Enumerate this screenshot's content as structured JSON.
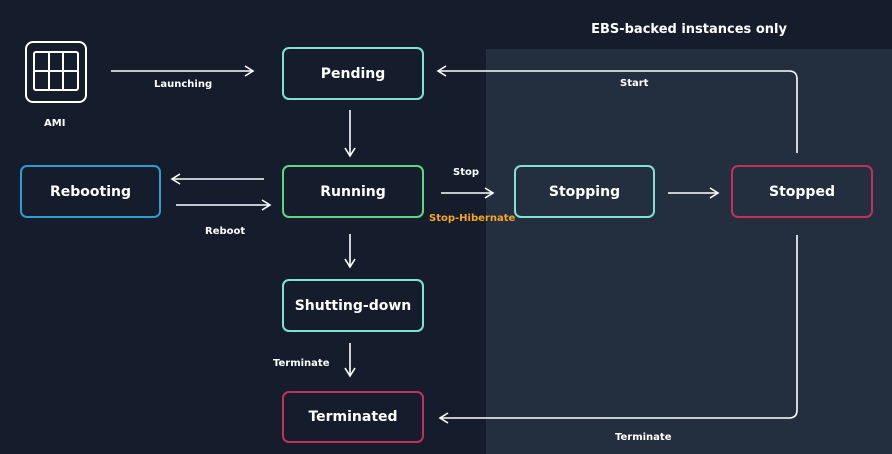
{
  "region_title": "EBS-backed instances only",
  "ami": {
    "icon": "ami-icon",
    "label": "AMI"
  },
  "states": {
    "pending": "Pending",
    "running": "Running",
    "rebooting": "Rebooting",
    "shutting_down": "Shutting-down",
    "terminated": "Terminated",
    "stopping": "Stopping",
    "stopped": "Stopped"
  },
  "transitions": {
    "launching": "Launching",
    "reboot": "Reboot",
    "stop": "Stop",
    "stop_hibernate": "Stop-Hibernate",
    "start": "Start",
    "terminate_main": "Terminate",
    "terminate_stopped": "Terminate"
  },
  "colors": {
    "background": "#151c2b",
    "ebs_region": "#232e3f",
    "pending": "#7fe3d3",
    "running": "#5ed77f",
    "rebooting": "#2e9bd4",
    "shutting_down": "#7fe3d3",
    "terminated": "#c2305f",
    "stopping": "#7fe3d3",
    "stopped": "#c2305f",
    "hibernate_label": "#f5a623"
  }
}
